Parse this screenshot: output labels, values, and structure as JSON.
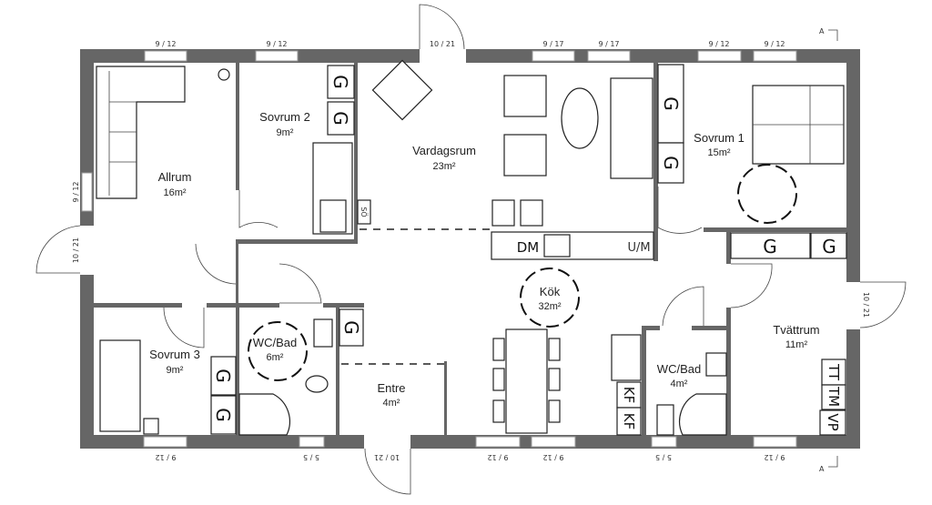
{
  "rooms": [
    {
      "name": "Allrum",
      "area": "16m²"
    },
    {
      "name": "Sovrum 2",
      "area": "9m²"
    },
    {
      "name": "Vardagsrum",
      "area": "23m²"
    },
    {
      "name": "Sovrum 1",
      "area": "15m²"
    },
    {
      "name": "Kök",
      "area": "32m²"
    },
    {
      "name": "Sovrum 3",
      "area": "9m²"
    },
    {
      "name": "WC/Bad",
      "area": "6m²"
    },
    {
      "name": "Entre",
      "area": "4m²"
    },
    {
      "name": "WC/Bad",
      "area": "4m²"
    },
    {
      "name": "Tvättrum",
      "area": "11m²"
    }
  ],
  "openings": {
    "top": [
      "9 / 12",
      "9 / 12",
      "10 / 21",
      "9 / 17",
      "9 / 17",
      "9 / 12",
      "9 / 12"
    ],
    "bottom": [
      "9 / 12",
      "5 / 5",
      "10 / 21",
      "9 / 12",
      "9 / 12",
      "5 / 5",
      "9 / 12"
    ],
    "left": [
      "9 / 12",
      "10 / 21"
    ],
    "right": [
      "10 / 21"
    ]
  },
  "fixtures": {
    "wardrobe": "G",
    "so": "SÖ",
    "dm": "DM",
    "um": "U/M",
    "kf": "KF",
    "tt": "TT",
    "tm": "TM",
    "vp": "VP"
  },
  "section_marker": "A"
}
